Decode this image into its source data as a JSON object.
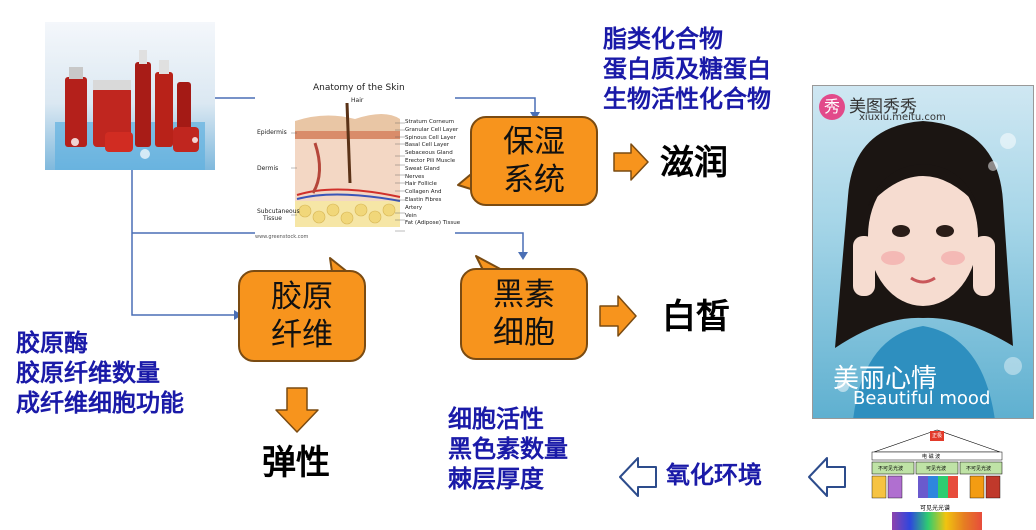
{
  "colors": {
    "bubble_fill": "#f7941d",
    "bubble_border": "#7a4b12",
    "blue_text": "#1a1aa8",
    "connector_line": "#4a6fb5"
  },
  "product_photo": {
    "label": "products-image"
  },
  "skin_diagram": {
    "title": "Anatomy of the Skin",
    "hair_label": "Hair",
    "left_labels": [
      "Epidermis",
      "Dermis",
      "Subcutaneous",
      "Tissue"
    ],
    "right_labels": [
      "Stratum Corneum",
      "Granular Cell Layer",
      "Spinous Cell Layer",
      "Basal Cell Layer",
      "Sebaceous Gland",
      "Erector Pili Muscle",
      "Sweat Gland",
      "Nerves",
      "Hair Follicle",
      "Collagen And",
      "Elastin Fibres",
      "Artery",
      "Vein",
      "Fat (Adipose) Tissue"
    ],
    "footer": "www.greenstock.com"
  },
  "bubbles": {
    "moisture": [
      "保湿",
      "系统"
    ],
    "collagen": [
      "胶原",
      "纤维"
    ],
    "melanin": [
      "黑素",
      "细胞"
    ]
  },
  "outcomes": {
    "moisture": "滋润",
    "whitening": "白皙",
    "elasticity": "弹性"
  },
  "notes": {
    "moisture": [
      "脂类化合物",
      "蛋白质及糖蛋白",
      "生物活性化合物"
    ],
    "collagen": [
      "胶原酶",
      "胶原纤维数量",
      "成纤维细胞功能"
    ],
    "melanin": [
      "细胞活性",
      "黑色素数量",
      "棘层厚度"
    ],
    "oxidation": "氧化环境"
  },
  "portrait": {
    "watermark_cn": "美图秀秀",
    "watermark_url": "xiuxiu.meitu.com",
    "badge": "秀",
    "caption_cn": "美丽心情",
    "caption_en": "Beautiful mood"
  },
  "spectrum_chart": {
    "top_label": "正极",
    "mid_label": "电 磁 波",
    "left_box": "不可见光波",
    "center_box": "可见光波",
    "right_box": "不可见光波",
    "bottom_label": "可见光光谱"
  }
}
